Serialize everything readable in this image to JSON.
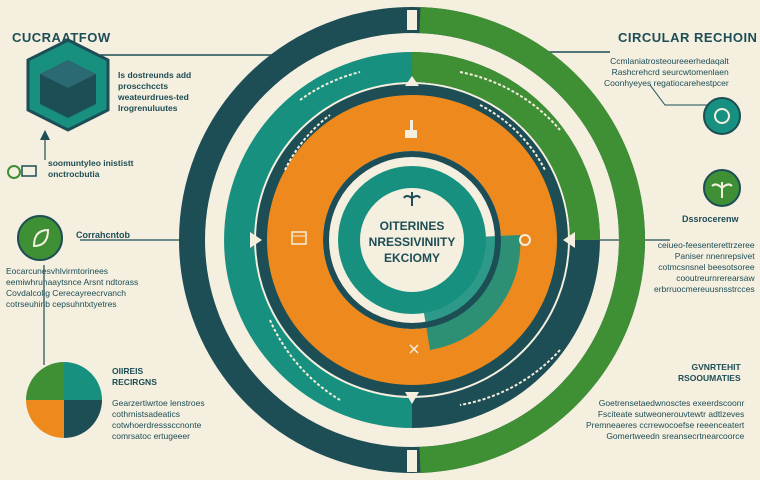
{
  "header": {
    "left_title": "CUCRAATFOW",
    "right_title": "CIRCULAR RECHOIN"
  },
  "center": {
    "lines": [
      "OITERINES",
      "NRESSIVINIITY",
      "EKCIOMY"
    ]
  },
  "left": {
    "block1": "Is dostreunds add\nproscchccts\nweateurdrues-ted\nlrogrenuluutes",
    "block2": "soomuntyleo inististt\nonctrocbutia",
    "green_label": "Corrahcntob",
    "block3": "Eocarcunesvhlvirmtorinees\neemiwhruhaaytsnce Arsnt ndtorass\nCovdalcolig Cerecayreecrvanch\ncotrseuhinb cepsuhntxtyetres",
    "bottom_title": "OIIREIS\nRECIRGNS",
    "block4": "Gearzertiwrtoe lenstroes\ncothrnistsadeatics\ncotwhoerdresssccnonte\ncomrsatoc ertugeeer"
  },
  "right": {
    "block1": "Ccmlaniatrosteoureeerhedaqalt\nRashcrehcrd seurcwtomenlaen\nCoonhyeyes regatiocarehestpcer",
    "green_label": "Dssrocerenw",
    "block2": "ceiueo-feesenterettrzeree\nPaniser nnenrepsivet\ncotmcsnsnel beesotsoree\ncooutreurnrerearsaw\nerbrruocmereuusnsstrcces",
    "bottom_title": "GVNRTEHIT\nRSOOUMATIES",
    "block3": "Goetrensetaedwnosctes exeerdscoonr\nFsciteate sutweonerouvtewtr adtlzeves\nPremneaeres ccrrewocoefse reeenceatert\nGomertweedn sreansecrtnearcoorce"
  },
  "colors": {
    "navy": "#1d4d55",
    "teal": "#17907f",
    "green": "#3f8f35",
    "orange": "#ee8a1d",
    "cream": "#f4efdf"
  },
  "icons": [
    "box-icon",
    "leaf-icon",
    "monitor-icon",
    "plant-icon",
    "building-icon",
    "factory-icon",
    "gear-icon",
    "tools-icon"
  ]
}
